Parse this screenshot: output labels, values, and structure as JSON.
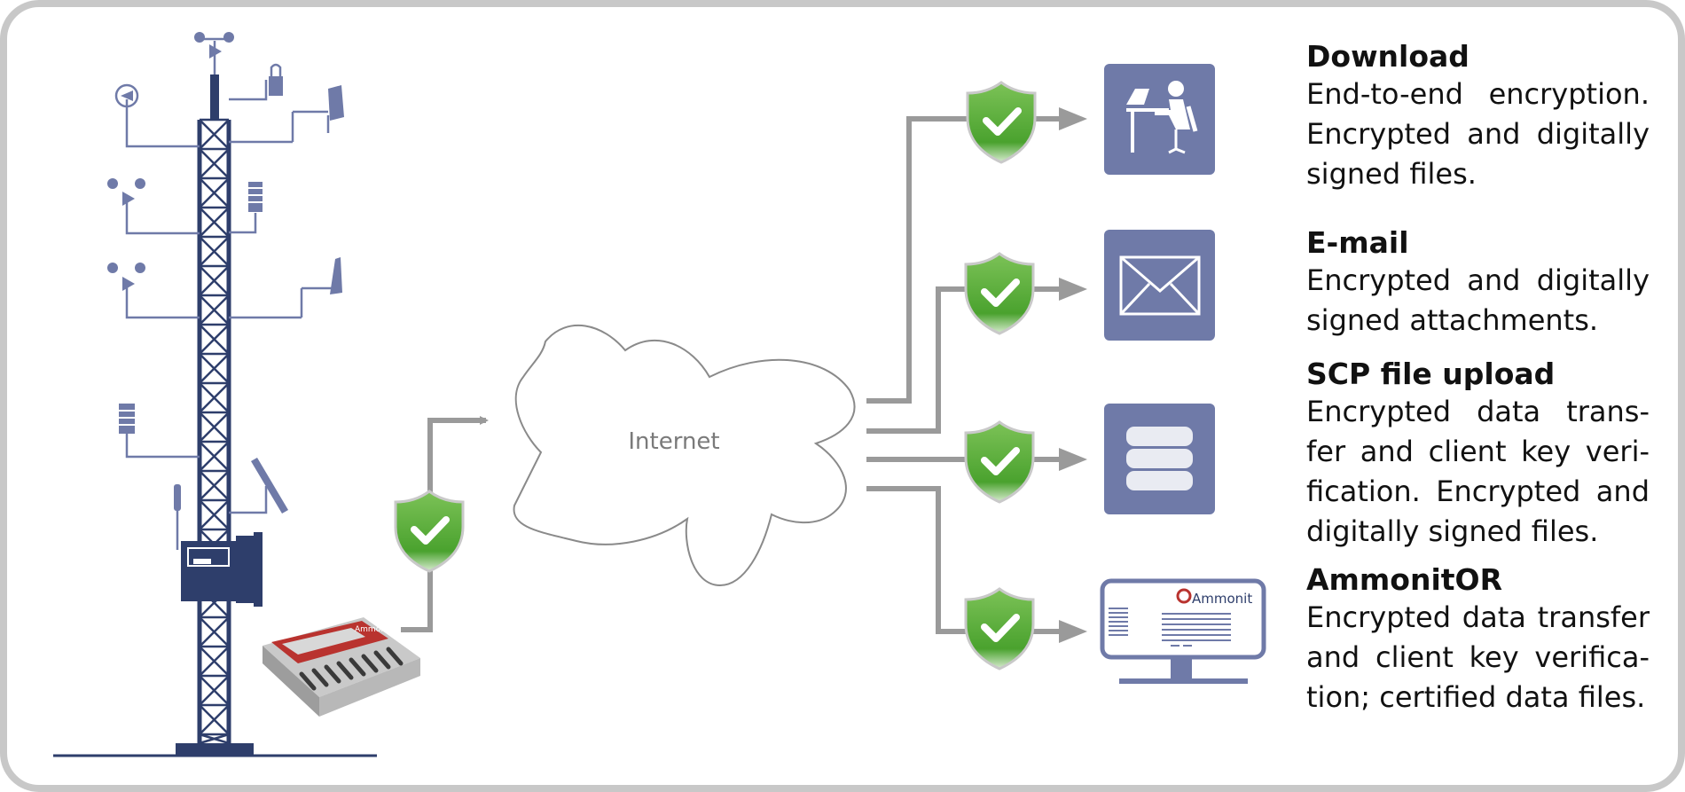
{
  "cloud": {
    "label": "Internet"
  },
  "datalogger": {
    "brand": "Ammonit"
  },
  "channels": [
    {
      "title": "Download",
      "text": "End-to-end encryption. Encrypted and digitally signed files.",
      "icon": "person-at-desk-icon"
    },
    {
      "title": "E-mail",
      "text": "Encrypted and digitally signed attachments.",
      "icon": "envelope-icon"
    },
    {
      "title": "SCP file upload",
      "text": "Encrypted data trans-fer and client key veri-fication. Encrypted and digitally signed files.",
      "icon": "database-icon"
    },
    {
      "title": "AmmonitOR",
      "text": "Encrypted data transfer and client key verifica-tion; certified data files.",
      "icon": "monitor-icon",
      "screen_brand": "Ammonit"
    }
  ],
  "colors": {
    "tower": "#2e3e6b",
    "icon_box": "#6f7aa8",
    "arrow": "#9a9a9a",
    "shield_green": "#55b235",
    "frame": "#c8c8c8"
  }
}
